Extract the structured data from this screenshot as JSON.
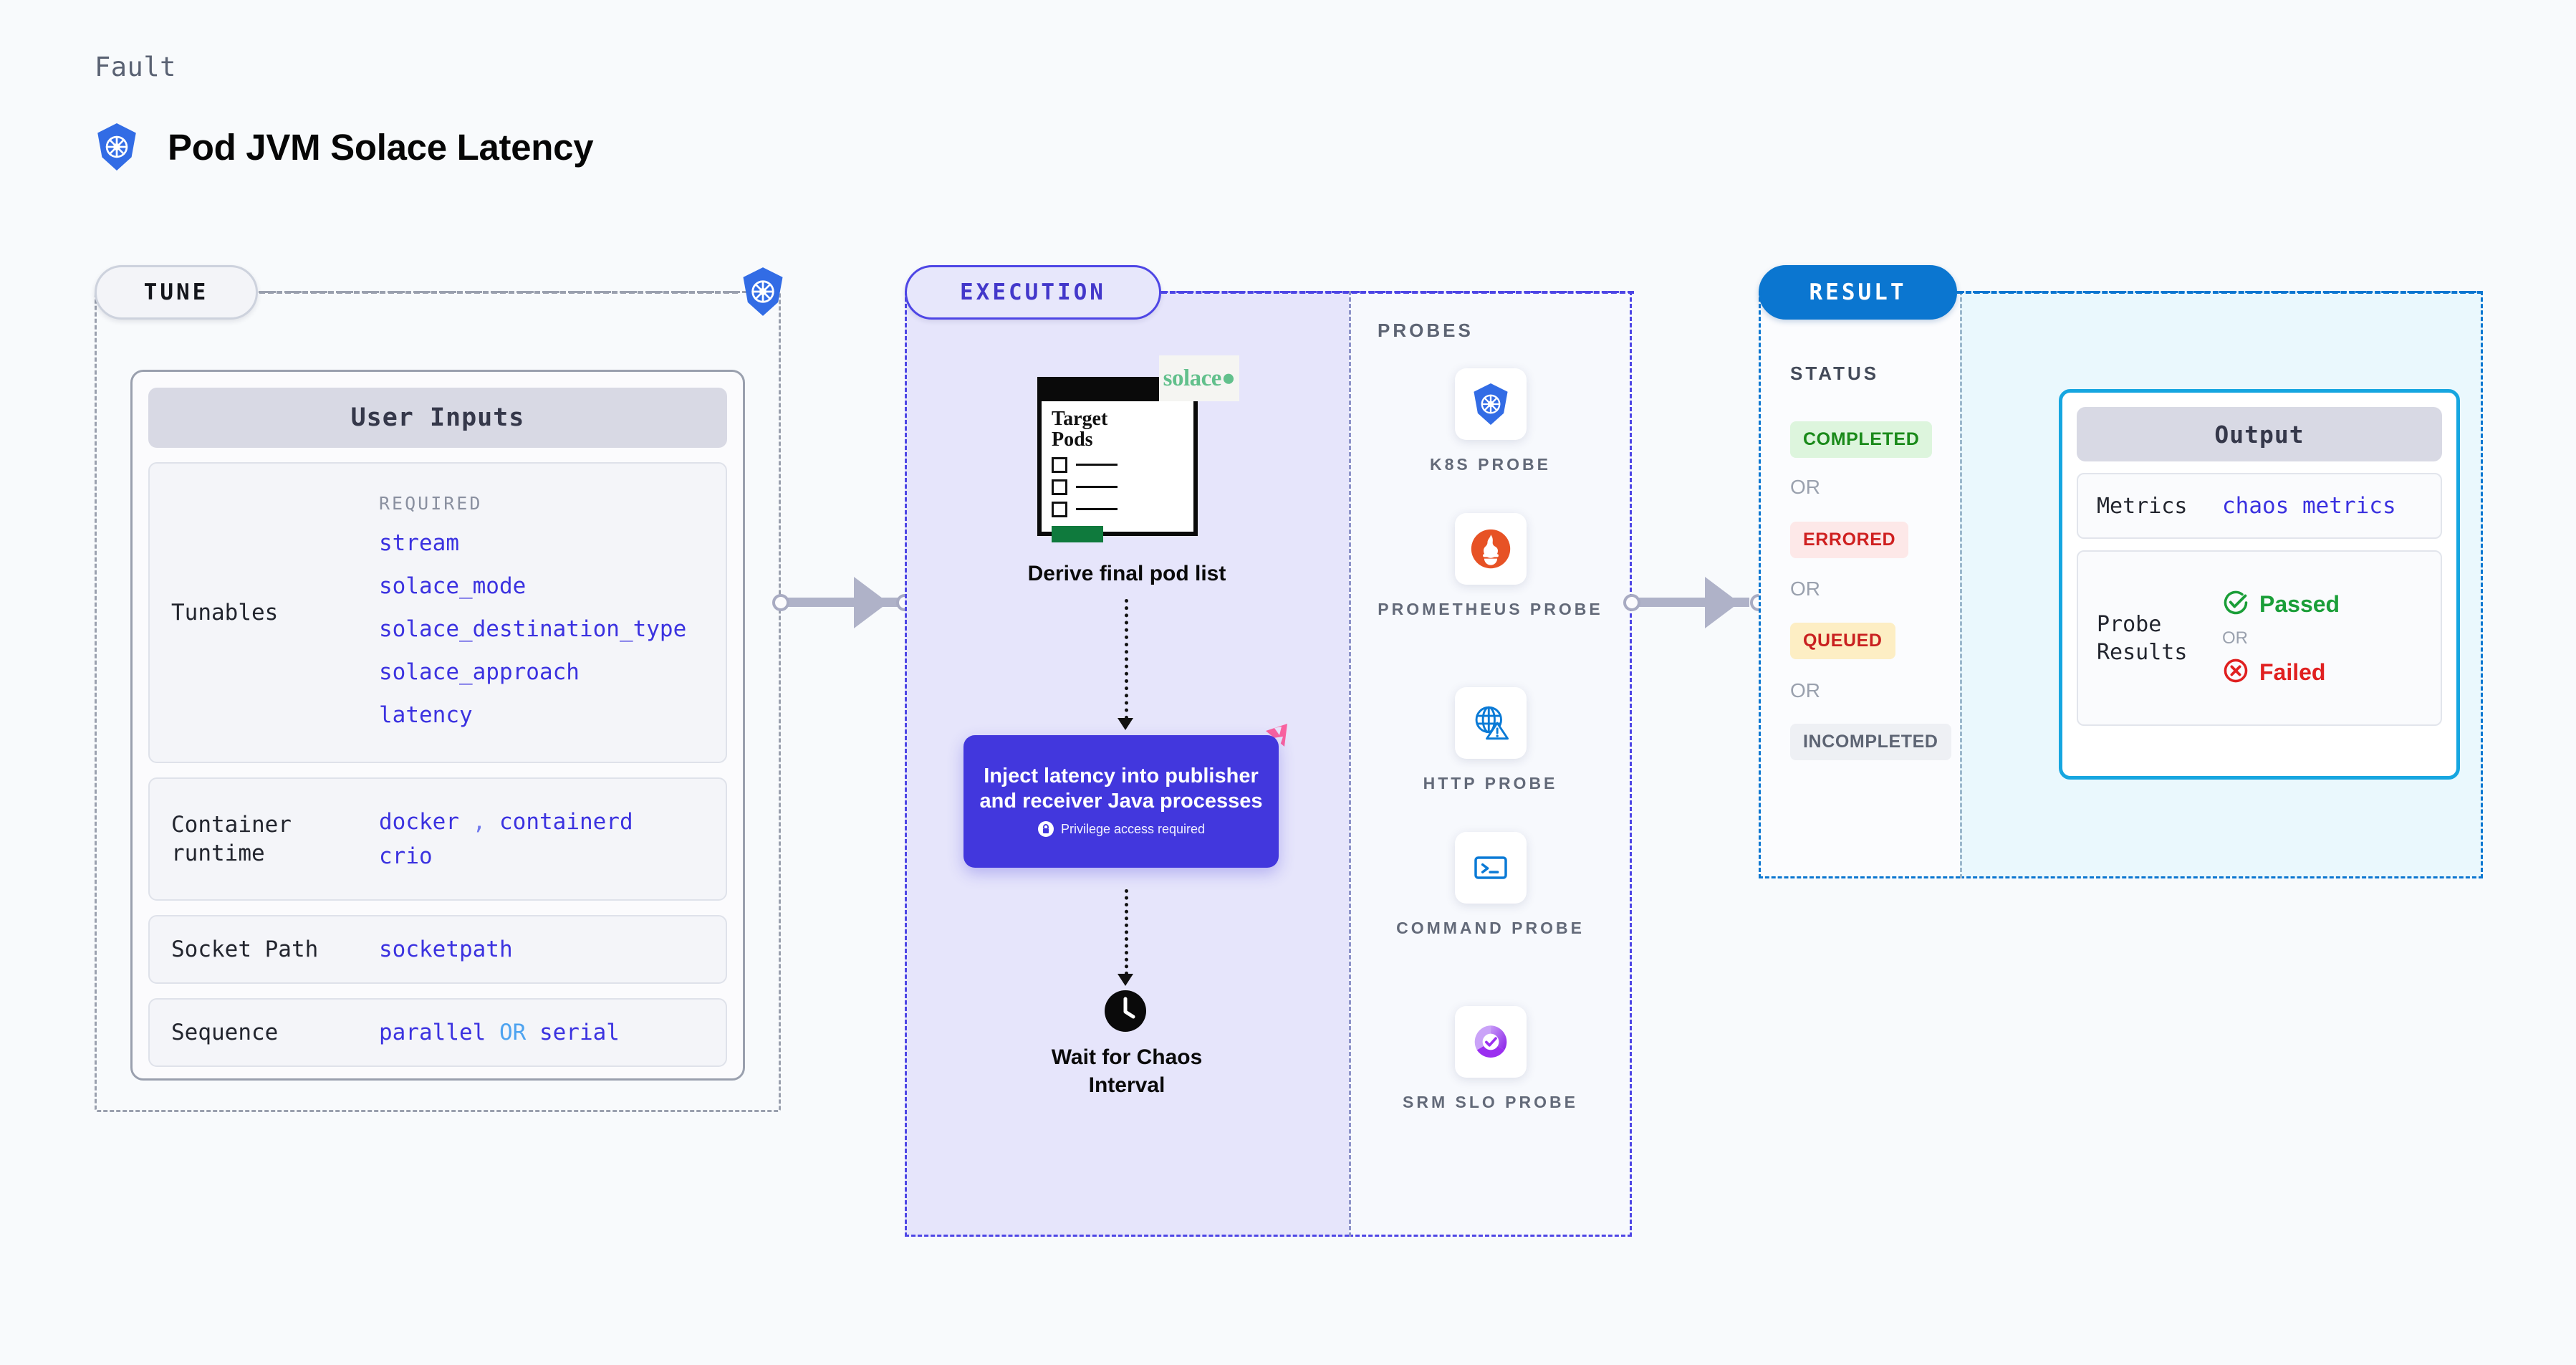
{
  "header": {
    "kicker": "Fault",
    "title": "Pod JVM Solace Latency",
    "icon": "kubernetes-icon"
  },
  "colors": {
    "accent_indigo": "#4237dd",
    "tune_border": "#9aa0ae",
    "exec_border": "#4e46e5",
    "result_border": "#0b76d0",
    "output_border": "#16a6e0",
    "value_blue": "#3b32e0",
    "passed_green": "#1a9e38",
    "failed_red": "#e02020"
  },
  "tune": {
    "pill_label": "TUNE",
    "card_title": "User Inputs",
    "rows": [
      {
        "label": "Tunables",
        "required_label": "REQUIRED",
        "values": [
          "stream",
          "solace_mode",
          "solace_destination_type",
          "solace_approach",
          "latency"
        ]
      },
      {
        "label": "Container runtime",
        "values": [
          "docker",
          ",",
          "containerd",
          "crio"
        ]
      },
      {
        "label": "Socket Path",
        "values": [
          "socketpath"
        ]
      },
      {
        "label": "Sequence",
        "values": [
          "parallel",
          "OR",
          "serial"
        ]
      }
    ]
  },
  "execution": {
    "pill_label": "EXECUTION",
    "pod_card": {
      "title_line1": "Target",
      "title_line2": "Pods",
      "vendor_logo": "solace",
      "checkbox_count": 3
    },
    "caption_pods": "Derive final pod list",
    "inject": {
      "text": "Inject latency into publisher and receiver Java processes",
      "privilege_note": "Privilege access required",
      "lock_icon": "lock-icon",
      "corner_icon": "chaos-corner-icon"
    },
    "wait": {
      "icon": "clock-icon",
      "caption_line1": "Wait for Chaos",
      "caption_line2": "Interval"
    }
  },
  "probes": {
    "heading": "PROBES",
    "items": [
      {
        "label": "K8S PROBE",
        "icon": "kubernetes-icon"
      },
      {
        "label": "PROMETHEUS PROBE",
        "icon": "prometheus-icon"
      },
      {
        "label": "HTTP PROBE",
        "icon": "globe-warning-icon"
      },
      {
        "label": "COMMAND PROBE",
        "icon": "terminal-icon"
      },
      {
        "label": "SRM SLO PROBE",
        "icon": "srm-slo-icon"
      }
    ]
  },
  "result": {
    "pill_label": "RESULT",
    "status_heading": "STATUS",
    "or_label": "OR",
    "statuses": [
      {
        "label": "COMPLETED",
        "bg": "#ddf5dd",
        "fg": "#1a8a1a"
      },
      {
        "label": "ERRORED",
        "bg": "#fde8e8",
        "fg": "#cf2020"
      },
      {
        "label": "QUEUED",
        "bg": "#fdeec4",
        "fg": "#c92020"
      },
      {
        "label": "INCOMPLETED",
        "bg": "#eef0f4",
        "fg": "#5d6473"
      }
    ]
  },
  "output": {
    "title": "Output",
    "metrics": {
      "label": "Metrics",
      "value": "chaos metrics"
    },
    "probe_results": {
      "label": "Probe Results",
      "passed": "Passed",
      "or_label": "OR",
      "failed": "Failed",
      "passed_icon": "check-circle-icon",
      "failed_icon": "x-circle-icon"
    }
  }
}
